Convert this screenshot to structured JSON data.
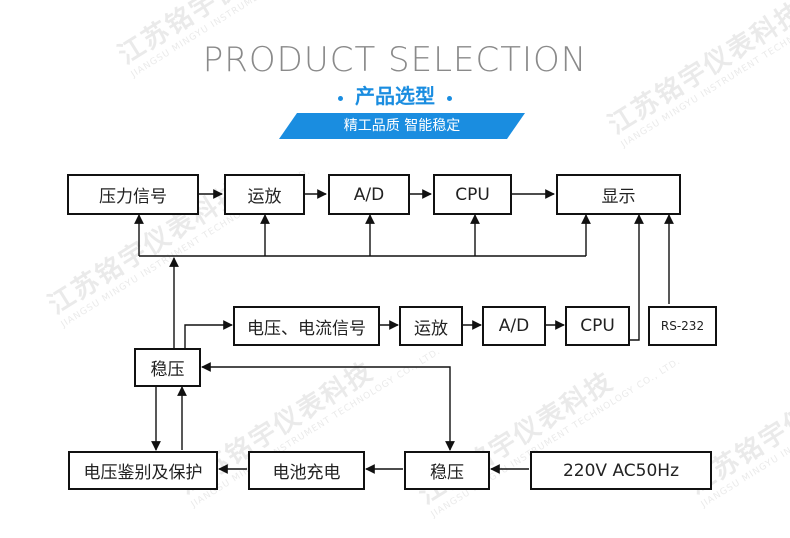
{
  "header": {
    "title_en": "PRODUCT SELECTION",
    "title_cn": "产品选型",
    "slogan": "精工品质   智能稳定"
  },
  "watermark": {
    "company_cn": "江苏铭宇仪表科技",
    "company_en": "JIANGSU MINGYU INSTRUMENT TECHNOLOGY CO., LTD."
  },
  "diagram": {
    "pressure_signal": "压力信号",
    "amp_top": "运放",
    "ad_top": "A/D",
    "cpu_top": "CPU",
    "display": "显示",
    "voltage_current_signal": "电压、电流信号",
    "amp_mid": "运放",
    "ad_mid": "A/D",
    "cpu_mid": "CPU",
    "rs232": "RS-232",
    "regulator_left": "稳压",
    "voltage_check_protect": "电压鉴别及保护",
    "battery_charge": "电池充电",
    "regulator_bottom": "稳压",
    "power_input": "220V  AC50Hz"
  },
  "colors": {
    "accent": "#1a8de0",
    "line": "#111111"
  }
}
